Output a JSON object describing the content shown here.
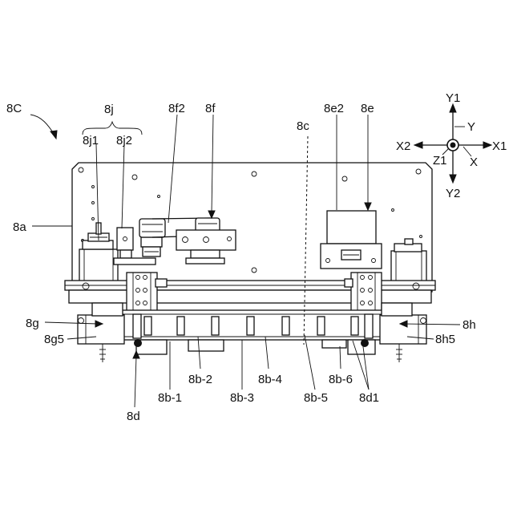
{
  "colors": {
    "ink": "#111111",
    "paper": "#ffffff"
  },
  "labels": {
    "fig_id": "8C",
    "plate": "8a",
    "j_group": "8j",
    "j1": "8j1",
    "j2": "8j2",
    "f2": "8f2",
    "f": "8f",
    "c": "8c",
    "e2": "8e2",
    "e": "8e",
    "g": "8g",
    "g5": "8g5",
    "h": "8h",
    "h5": "8h5",
    "b2": "8b-2",
    "b4": "8b-4",
    "b6": "8b-6",
    "b1": "8b-1",
    "b3": "8b-3",
    "b5": "8b-5",
    "d": "8d",
    "d1": "8d1"
  },
  "axes": {
    "y1": "Y1",
    "y": "Y",
    "x2": "X2",
    "x1": "X1",
    "z1": "Z1",
    "x": "X",
    "y2": "Y2"
  }
}
